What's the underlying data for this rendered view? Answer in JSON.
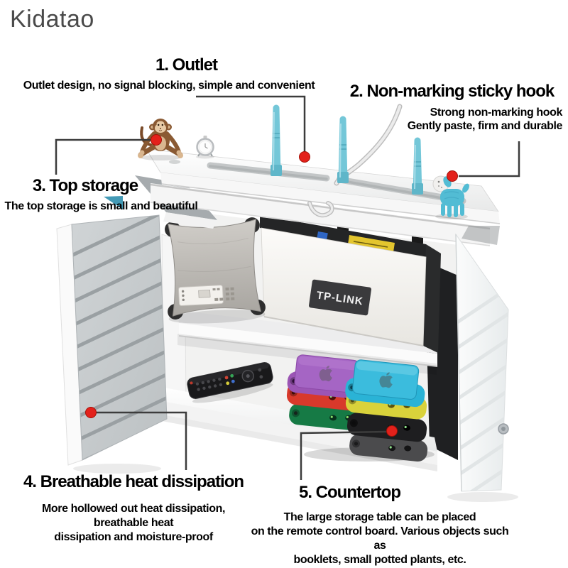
{
  "page": {
    "brand": "Kidatao"
  },
  "product": {
    "router_brand": "TP-LINK"
  },
  "annotations": {
    "a1": {
      "title": "1. Outlet",
      "desc": "Outlet design, no signal blocking, simple and convenient"
    },
    "a2": {
      "title": "2. Non-marking sticky hook",
      "lines": [
        "Strong non-marking hook",
        "Gently paste, firm and durable"
      ]
    },
    "a3": {
      "title": "3. Top storage",
      "desc": "The top storage is small and beautiful"
    },
    "a4": {
      "title": "4. Breathable heat dissipation",
      "lines": [
        "More hollowed out heat dissipation,",
        "breathable heat",
        "dissipation and moisture-proof"
      ]
    },
    "a5": {
      "title": "5. Countertop",
      "lines": [
        "The large storage table can be placed",
        "on the remote control board. Various objects such as",
        "booklets, small potted plants, etc."
      ]
    }
  },
  "colors": {
    "accent_red": "#e3211b",
    "callout_line": "#3c3c3c",
    "brand_text": "#4a4a4a",
    "antenna_blue": "#74c7d8",
    "dog_blue": "#52bcd4",
    "router_label_bg": "#3a3a3c",
    "router_label_text": "#f0f0f0",
    "ipod_purple": "#9b55b4",
    "ipod_red": "#d8392b",
    "ipod_green": "#167a45",
    "ipod_cyan": "#2ab3d6",
    "ipod_yellow": "#d9d23b",
    "ipod_black": "#1e1e20",
    "ipod_gray": "#4b4b4d",
    "monkey_brown": "#8a5a33",
    "door_left_gray": "#c8cccf",
    "cabinet_white": "#f6f6f6"
  }
}
